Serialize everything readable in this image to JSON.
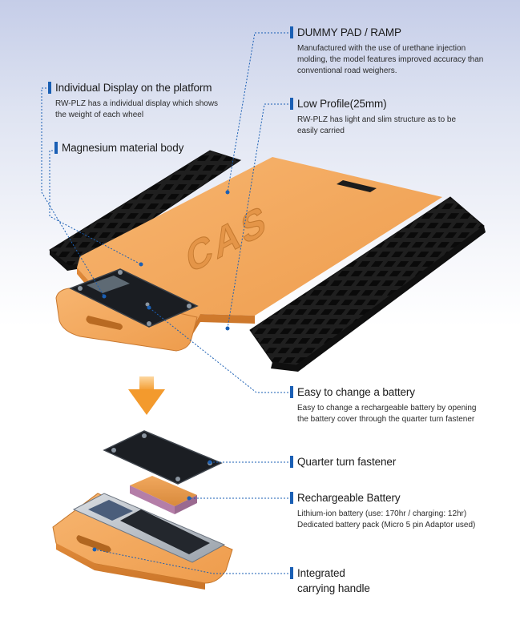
{
  "callouts": {
    "dummy_pad": {
      "title": "DUMMY PAD / RAMP",
      "desc": "Manufactured with the use of urethane injection\nmolding, the model features improved accuracy than\nconventional road weighers."
    },
    "individual_display": {
      "title": "Individual Display on the platform",
      "desc": "RW-PLZ has a individual display which shows\nthe weight of each wheel"
    },
    "low_profile": {
      "title": "Low Profile(25mm)",
      "desc": "RW-PLZ has light and slim structure as to be\neasily carried"
    },
    "magnesium": {
      "title": "Magnesium material body"
    },
    "battery_change": {
      "title": "Easy to change a battery",
      "desc": "Easy to change a rechargeable battery by opening\nthe battery cover through the quarter turn fastener"
    },
    "quarter_turn": {
      "title": "Quarter turn fastener"
    },
    "rechargeable": {
      "title": "Rechargeable Battery",
      "desc": "Lithium-ion battery (use: 170hr / charging: 12hr)\nDedicated battery pack (Micro 5 pin Adaptor used)"
    },
    "handle": {
      "title": "Integrated\ncarrying handle"
    }
  },
  "product": {
    "logo_text": "CAS"
  },
  "colors": {
    "accent": "#1a5fb4",
    "platform_orange": "#f2a45a",
    "ramp_black": "#1e1e1e",
    "arrow_orange": "#f7a23c"
  }
}
